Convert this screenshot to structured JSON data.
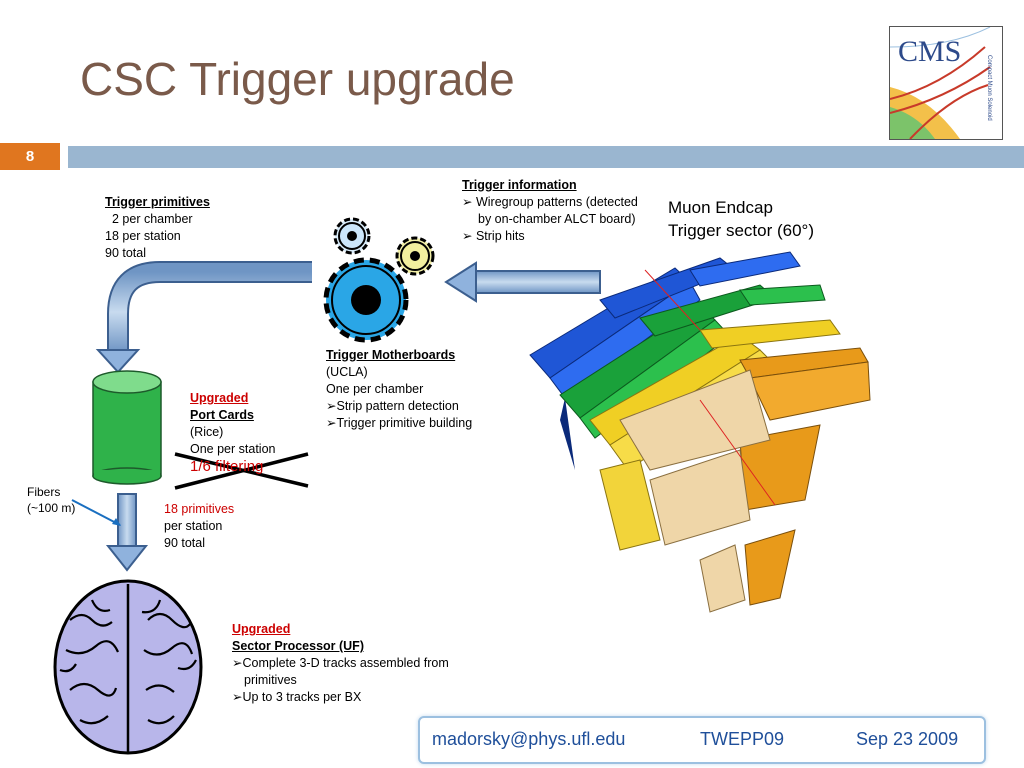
{
  "slide": {
    "title": "CSC Trigger upgrade",
    "page_number": "8",
    "accent_color": "#e0761f",
    "bar_color": "#9ab6d0"
  },
  "logo": {
    "text": "CMS",
    "side_text": "Compact Muon Solenoid"
  },
  "trigger_primitives": {
    "heading": "Trigger primitives",
    "lines": [
      "2 per chamber",
      "18 per station",
      "90 total"
    ]
  },
  "trigger_information": {
    "heading": "Trigger information",
    "bullets": [
      "Wiregroup patterns (detected by on-chamber ALCT board)",
      "Strip hits"
    ]
  },
  "muon_endcap": {
    "line1": "Muon Endcap",
    "line2": "Trigger sector (60°)"
  },
  "motherboards": {
    "heading": "Trigger Motherboards",
    "lines": [
      "(UCLA)",
      "One per chamber"
    ],
    "bullets": [
      "Strip pattern detection",
      "Trigger primitive building"
    ]
  },
  "port_cards": {
    "upgraded": "Upgraded",
    "heading": "Port Cards",
    "lines": [
      "(Rice)",
      "One per station"
    ],
    "struck": "1/6 filtering"
  },
  "fibers": {
    "line1": "Fibers",
    "line2": "(~100 m)"
  },
  "primitives_count": {
    "line1": "18 primitives",
    "line2": "per station",
    "line3": "90 total"
  },
  "sector_processor": {
    "upgraded": "Upgraded",
    "heading": "Sector Processor (UF)",
    "bullets": [
      "Complete 3-D tracks assembled from primitives",
      "Up to 3 tracks per BX"
    ]
  },
  "footer": {
    "email": "madorsky@phys.ufl.edu",
    "conference": "TWEPP09",
    "date": "Sep 23 2009"
  }
}
